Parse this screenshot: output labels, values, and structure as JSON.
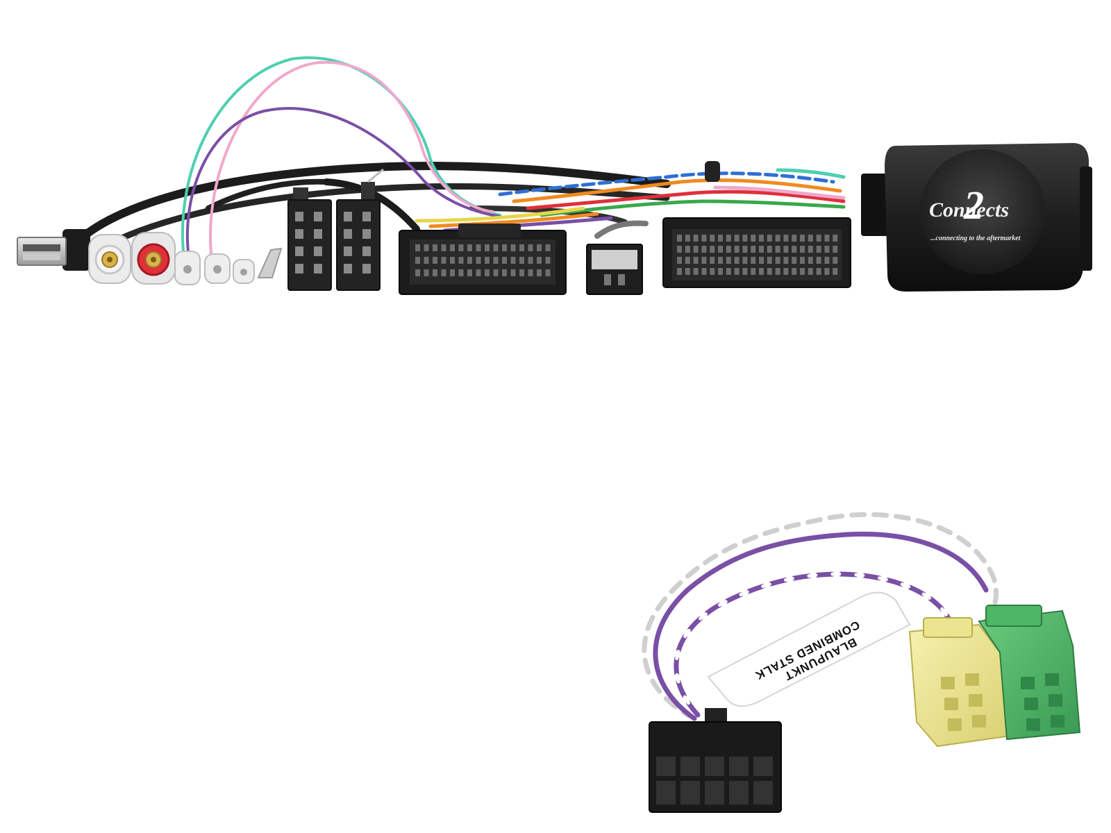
{
  "scene": {
    "description_colors": {
      "background": "#ffffff",
      "cable_black": "#1c1c1c",
      "wire_teal": "#4ecfb0",
      "wire_pink": "#f0a8cc",
      "wire_purple": "#7a4fa6",
      "wire_blue": "#2f6fd6",
      "wire_orange": "#f08a20",
      "wire_red": "#e0303a",
      "wire_green": "#3aa84a",
      "wire_yellow": "#e6d64a",
      "connector_yellow": "#ece58f",
      "connector_green": "#4db667"
    }
  },
  "interface_box": {
    "logo_text": "Connects",
    "logo_number": "2",
    "tagline": "...connecting to the aftermarket"
  },
  "lead_label": {
    "line1": "BLAUPUNKT",
    "line2": "COMBINED STALK"
  },
  "icons": {
    "usb": "usb-plug-icon",
    "rca_white": "rca-white-icon",
    "rca_red": "rca-red-icon"
  }
}
